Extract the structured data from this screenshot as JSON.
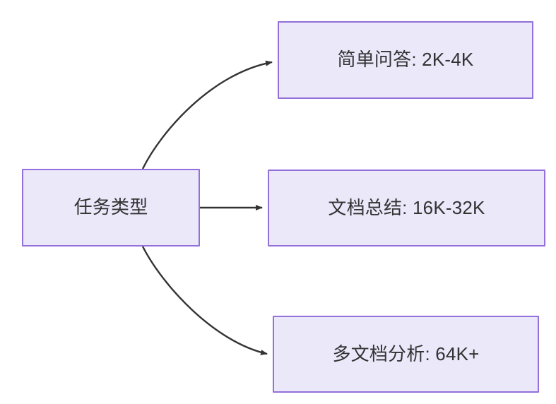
{
  "diagram": {
    "type": "flowchart",
    "direction": "left-to-right",
    "title": "",
    "colors": {
      "node_fill": "#ebe8fa",
      "node_border": "#9370db",
      "node_text": "#333333",
      "edge_stroke": "#333333",
      "background": "#ffffff"
    },
    "nodes": [
      {
        "id": "root",
        "label": "任务类型",
        "role": "source"
      },
      {
        "id": "simple",
        "label": "简单问答: 2K-4K",
        "role": "target"
      },
      {
        "id": "doc",
        "label": "文档总结: 16K-32K",
        "role": "target"
      },
      {
        "id": "multi",
        "label": "多文档分析: 64K+",
        "role": "target"
      }
    ],
    "edges": [
      {
        "from": "root",
        "to": "simple",
        "label": "",
        "style": "curved",
        "arrow": "end"
      },
      {
        "from": "root",
        "to": "doc",
        "label": "",
        "style": "straight",
        "arrow": "end"
      },
      {
        "from": "root",
        "to": "multi",
        "label": "",
        "style": "curved",
        "arrow": "end"
      }
    ]
  }
}
